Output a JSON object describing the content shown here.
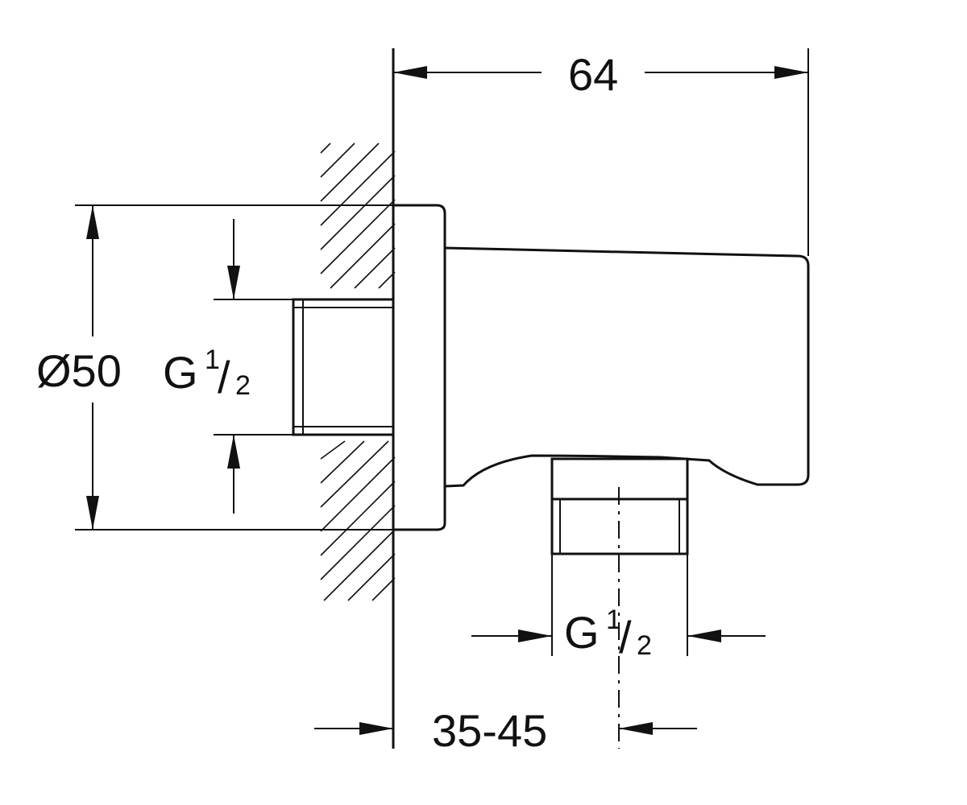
{
  "dimensions": {
    "overall_depth": "64",
    "diameter": "Ø50",
    "inlet_thread_main": "G",
    "inlet_thread_num": "1",
    "inlet_thread_den": "2",
    "outlet_thread_main": "G",
    "outlet_thread_num": "1",
    "outlet_thread_den": "2",
    "outlet_offset": "35-45"
  }
}
